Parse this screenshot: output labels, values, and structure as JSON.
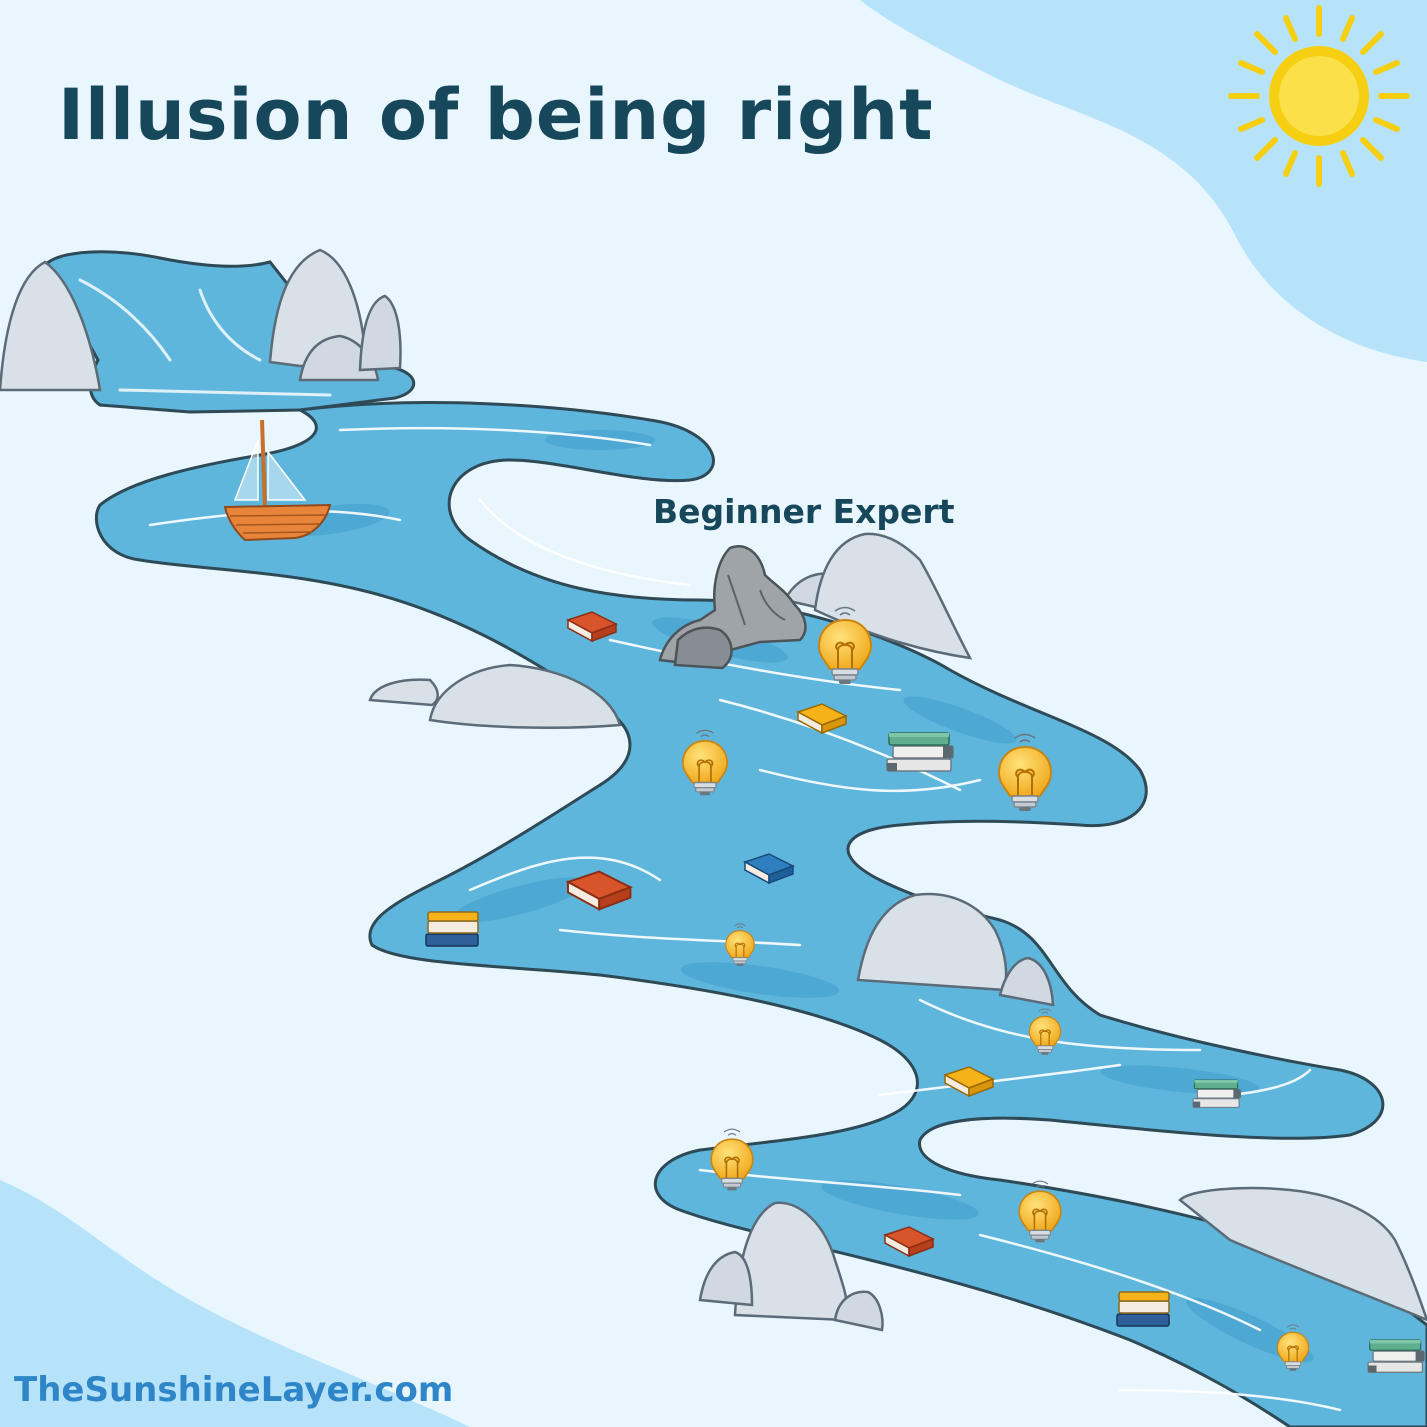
{
  "title": "Illusion of being right",
  "rock_label": "Beginner Expert",
  "site": "TheSunshineLayer.com",
  "colors": {
    "background": "#eaf6fd",
    "corner_wave": "#b6e3f9",
    "river": "#5fb6dc",
    "river_dark": "#3f9dcc",
    "river_outline": "#2e4a57",
    "rock": "#d9e1e8",
    "rock_outline": "#5b6b78",
    "sun": "#f7cf12",
    "title_text": "#17475a",
    "site_text": "#2e86c8",
    "boat": "#e8843a",
    "bulb": "#f4b926"
  },
  "icons": [
    "sun-icon",
    "sailboat-icon",
    "lightbulb-icon",
    "book-icon",
    "book-stack-icon",
    "rock-icon",
    "waterfall-icon"
  ]
}
